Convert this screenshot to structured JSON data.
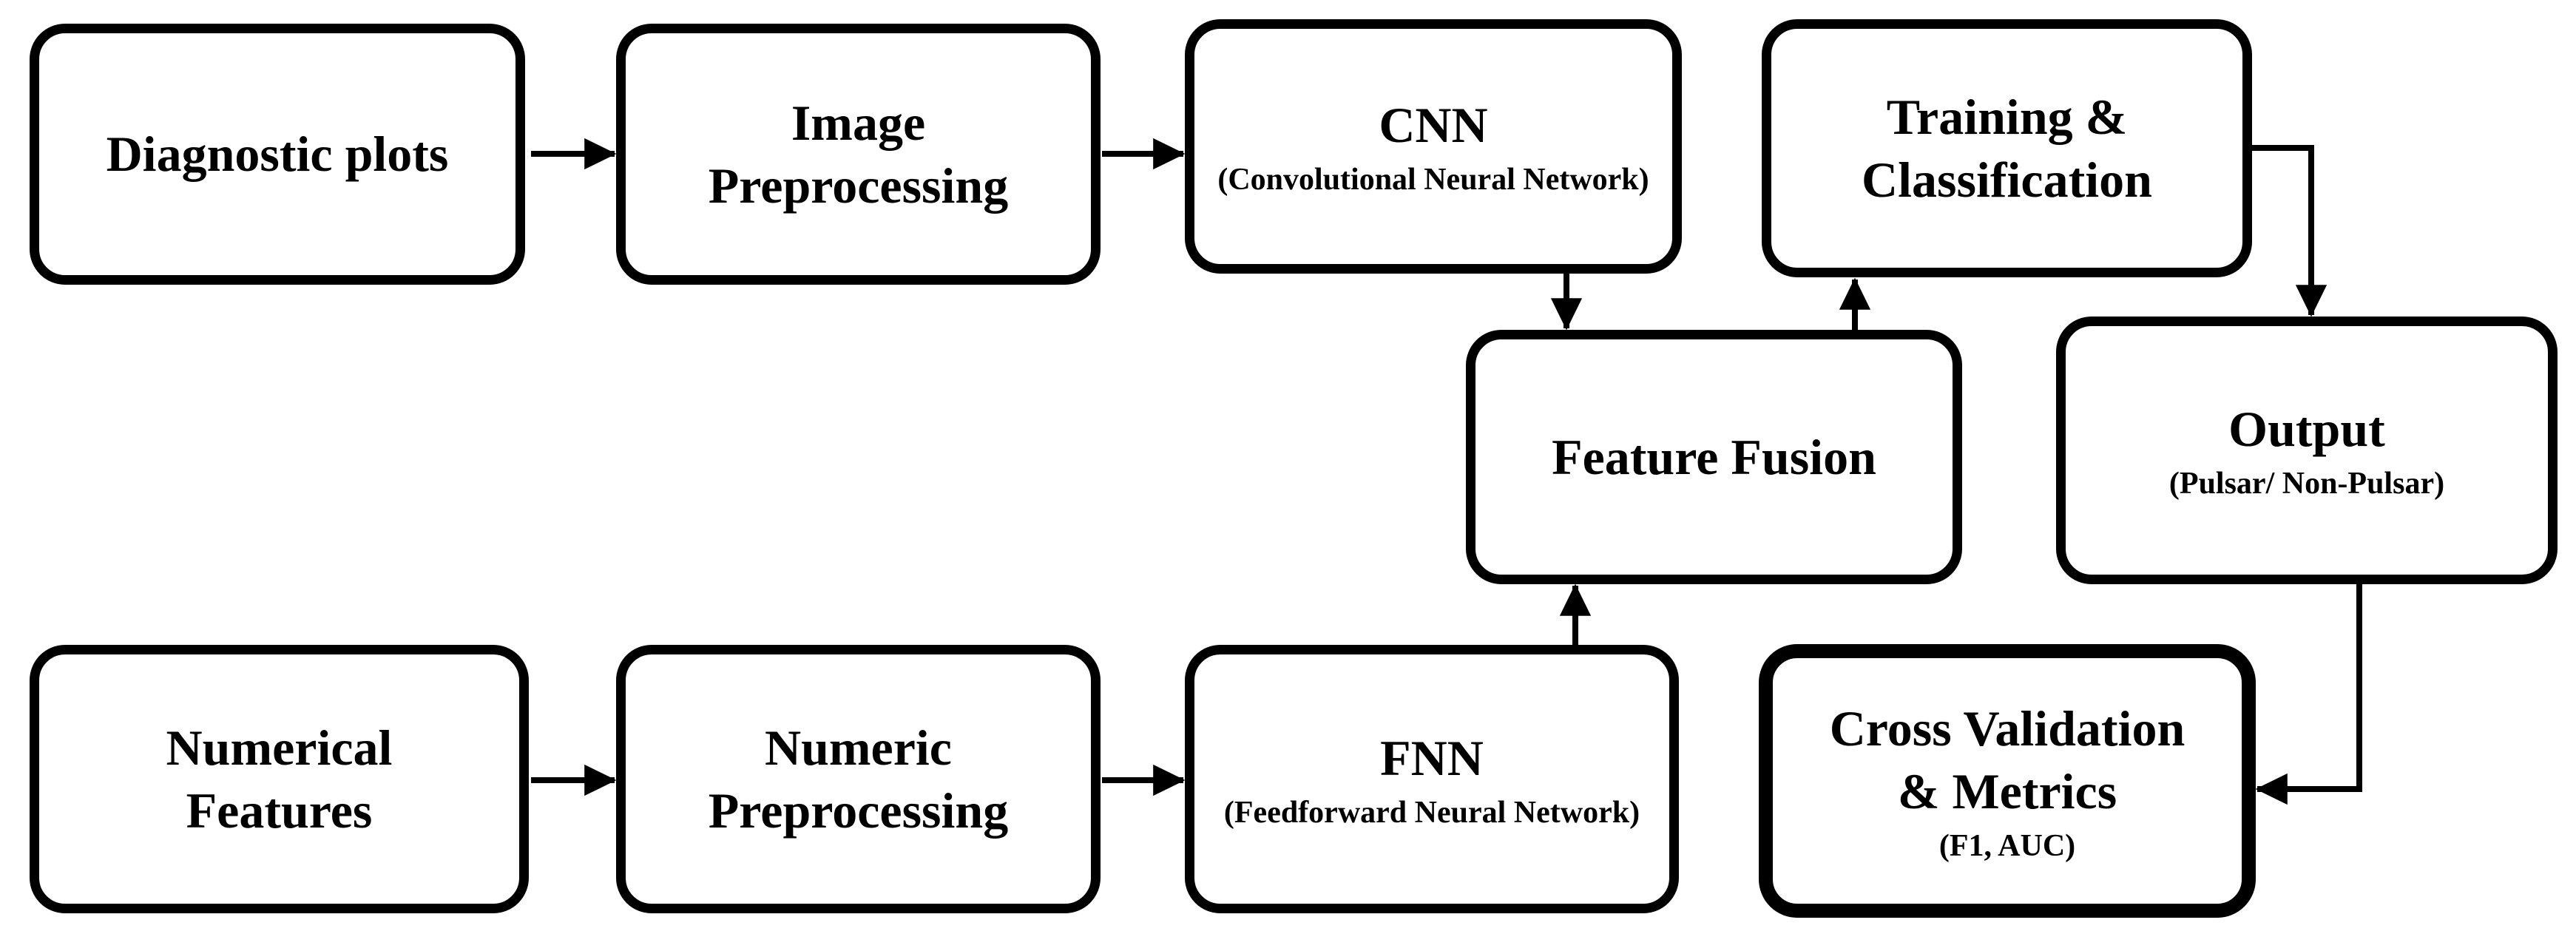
{
  "figure": {
    "description": "Pulsar classification pipeline flowchart",
    "colors": {
      "background": "#ffffff",
      "box_fill": "#ffffff",
      "line": "#000000",
      "text": "#000000"
    }
  },
  "nodes": {
    "diagnostic_plots": {
      "label": "Diagnostic plots"
    },
    "image_preprocessing": {
      "line1": "Image",
      "line2": "Preprocessing"
    },
    "cnn": {
      "title": "CNN",
      "subtitle": "(Convolutional Neural Network)"
    },
    "training_classification": {
      "line1": "Training &",
      "line2": "Classification"
    },
    "feature_fusion": {
      "label": "Feature Fusion"
    },
    "output": {
      "title": "Output",
      "subtitle": "(Pulsar/ Non-Pulsar)"
    },
    "numerical_features": {
      "line1": "Numerical",
      "line2": "Features"
    },
    "numeric_preprocessing": {
      "line1": "Numeric",
      "line2": "Preprocessing"
    },
    "fnn": {
      "title": "FNN",
      "subtitle": "(Feedforward Neural Network)"
    },
    "cross_validation": {
      "line1": "Cross Validation",
      "line2": "& Metrics",
      "subtitle": "(F1, AUC)"
    }
  },
  "edges": [
    {
      "from": "diagnostic_plots",
      "to": "image_preprocessing"
    },
    {
      "from": "image_preprocessing",
      "to": "cnn"
    },
    {
      "from": "cnn",
      "to": "feature_fusion"
    },
    {
      "from": "numerical_features",
      "to": "numeric_preprocessing"
    },
    {
      "from": "numeric_preprocessing",
      "to": "fnn"
    },
    {
      "from": "fnn",
      "to": "feature_fusion"
    },
    {
      "from": "feature_fusion",
      "to": "training_classification"
    },
    {
      "from": "training_classification",
      "to": "output"
    },
    {
      "from": "output",
      "to": "cross_validation"
    }
  ]
}
